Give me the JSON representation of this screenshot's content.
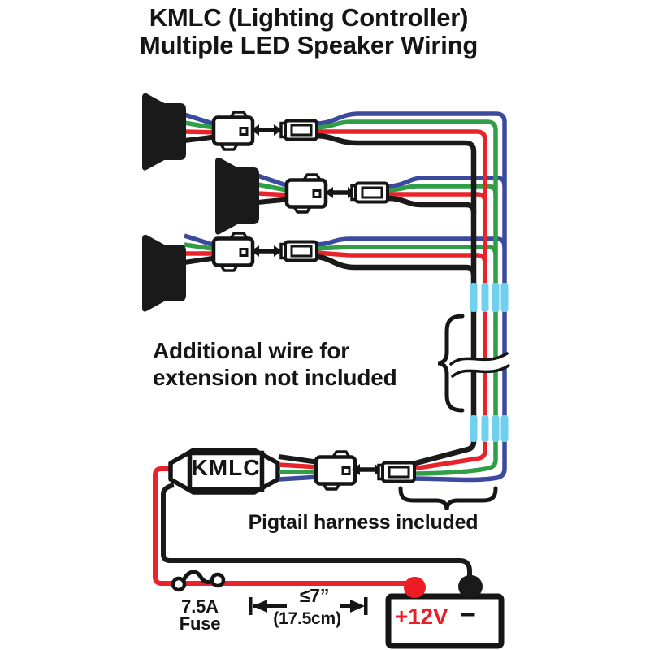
{
  "diagram": {
    "title": {
      "line1": "KMLC (Lighting Controller)",
      "line2": "Multiple LED Speaker Wiring"
    },
    "controller": {
      "label": "KMLC"
    },
    "notes": {
      "extension_line1": "Additional wire for",
      "extension_line2": "extension not included",
      "pigtail": "Pigtail harness included"
    },
    "fuse": {
      "rating": "7.5A",
      "label": "Fuse"
    },
    "dimension": {
      "imperial": "≤7”",
      "metric": "(17.5cm)"
    },
    "battery": {
      "positive_label": "+12V",
      "negative_label": "−"
    },
    "speaker_count": 3,
    "wire_colors": [
      "black",
      "red",
      "green",
      "blue"
    ],
    "icons": {
      "speaker": "speaker-horn-icon",
      "connector_male": "male-connector",
      "connector_female": "female-connector",
      "mate_arrow": "bidirectional-arrow-icon",
      "wire_break": "wire-break-wave-icon",
      "fuse": "fuse-squiggle-icon",
      "brace": "curly-brace"
    }
  },
  "colors": {
    "ink": "#151515",
    "wire_red": "#e8232b",
    "wire_green": "#2f9e47",
    "wire_blue": "#3c4a9e",
    "wire_black": "#1a1a1a",
    "highlight_blue": "#6fd0f0",
    "battery_red": "#ed1c24"
  }
}
